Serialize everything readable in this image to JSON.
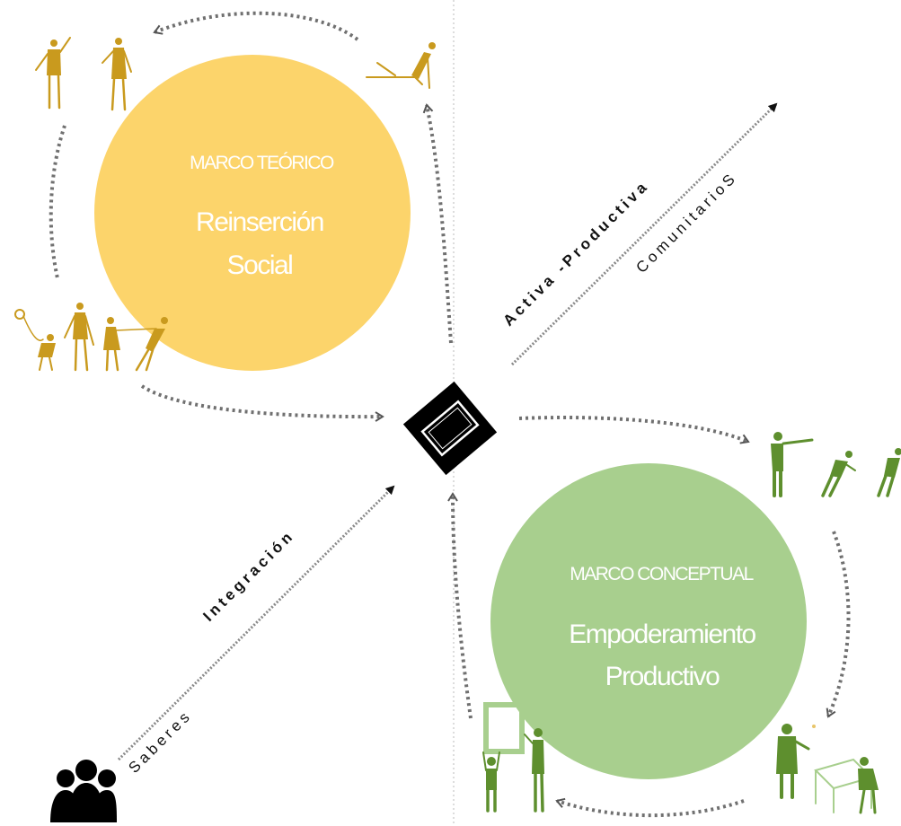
{
  "colors": {
    "theory_circle": "#FCD46B",
    "concept_circle": "#A8CF8E",
    "theory_figures": "#C99A1E",
    "concept_figures": "#5E8F2E",
    "dotted_path": "#707070",
    "arrow_line": "#8A8A8A",
    "center_shape": "#000000"
  },
  "theory_circle": {
    "heading": "MARCO TEÓRICO",
    "line1": "Reinserción",
    "line2": "Social"
  },
  "concept_circle": {
    "heading": "MARCO CONCEPTUAL",
    "line1": "Empoderamiento",
    "line2": "Productivo"
  },
  "upper_axis": {
    "bold_label": "Activa -Productiva",
    "light_label": "ComunitarioS"
  },
  "lower_axis": {
    "bold_label": "Integración",
    "light_label": "Saberes"
  },
  "icons": {
    "center": "framed-diamond-icon",
    "group": "people-group-icon",
    "theory_people": "standing-people-icon",
    "concept_people": "working-people-icon"
  }
}
